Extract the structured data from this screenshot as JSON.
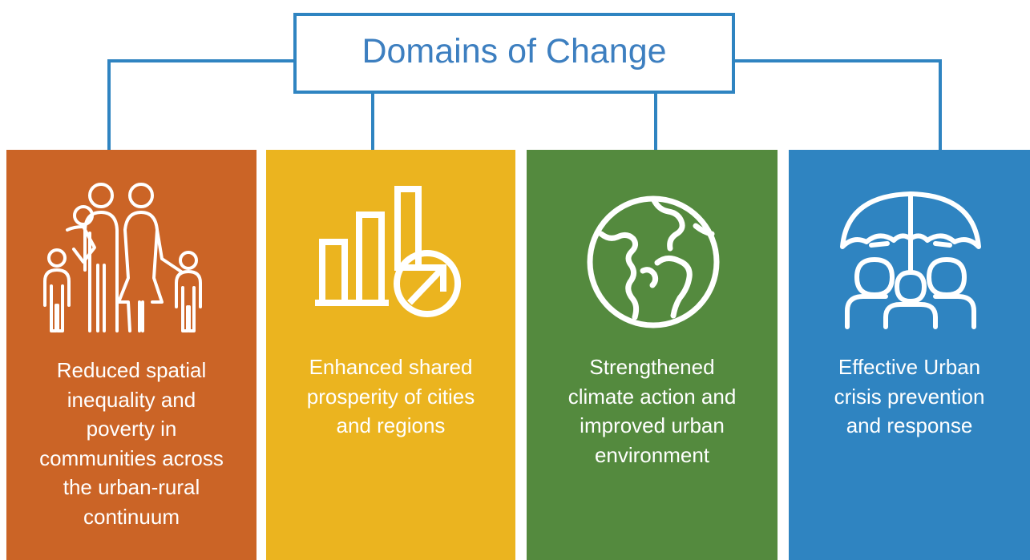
{
  "title": "Domains of Change",
  "colors": {
    "line": "#2f84c1",
    "title_text": "#3d7fc0",
    "domain_1": "#cb6426",
    "domain_2": "#ebb41f",
    "domain_3": "#548a3e",
    "domain_4": "#2f84c1",
    "icon_and_text": "#ffffff"
  },
  "domains": [
    {
      "icon": "family-icon",
      "label": "Reduced spatial inequality and poverty in communities across the urban-rural continuum",
      "lines": [
        "Reduced spatial",
        "inequality and",
        "poverty in",
        "communities across",
        "the urban-rural",
        "continuum"
      ]
    },
    {
      "icon": "growth-chart-icon",
      "label": "Enhanced shared prosperity of cities and regions",
      "lines": [
        "Enhanced shared",
        "prosperity of cities",
        "and regions"
      ]
    },
    {
      "icon": "globe-icon",
      "label": "Strengthened climate action and improved urban environment",
      "lines": [
        "Strengthened",
        "climate action and",
        "improved urban",
        "environment"
      ]
    },
    {
      "icon": "umbrella-people-icon",
      "label": "Effective Urban crisis prevention and response",
      "lines": [
        "Effective Urban",
        "crisis prevention",
        "and response"
      ]
    }
  ]
}
